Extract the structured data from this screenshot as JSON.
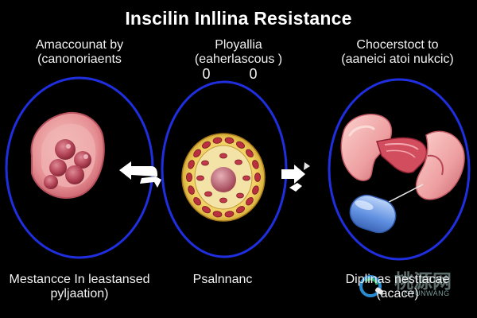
{
  "title": "Inscilin Inllina Resistance",
  "top_labels": [
    {
      "line1": "Amaccounat by",
      "line2": "(canonoriaents"
    },
    {
      "line1": "Ployallia",
      "line2": "(eaherlascous )",
      "line3": "0   0"
    },
    {
      "line1": "Chocerstoct to",
      "line2": "(aaneici atoi nukcic)"
    }
  ],
  "bottom_labels": [
    {
      "line1": "Mestancce In leastansed",
      "line2": "pyljaation)"
    },
    {
      "line1": "Psalnnanc"
    },
    {
      "line1": "Diplinas nesttacae",
      "line2": "(acace)"
    }
  ],
  "watermark": {
    "cn": "桃源网",
    "latin": "GYUNWANG"
  },
  "colors": {
    "background": "#000000",
    "ring": "#1f2fe0",
    "cell_pink": "#f0a6a6",
    "nucleus_red": "#b84656",
    "membrane_gold": "#e6c84a",
    "capsule_blue": "#5f8fe0"
  }
}
